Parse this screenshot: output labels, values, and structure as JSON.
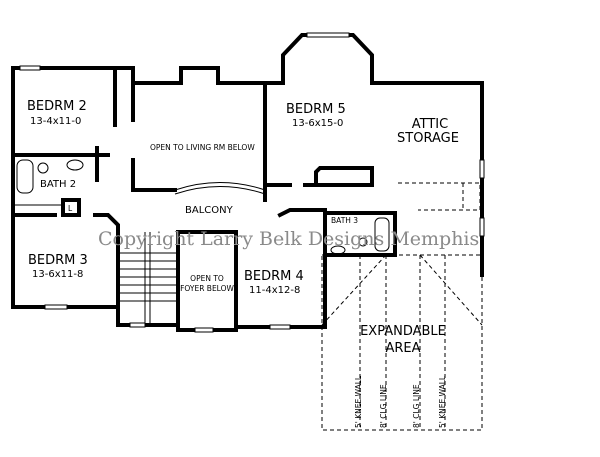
{
  "rooms": {
    "bedrm2": {
      "name": "BEDRM 2",
      "size": "13-4x11-0"
    },
    "bedrm3": {
      "name": "BEDRM 3",
      "size": "13-6x11-8"
    },
    "bedrm4": {
      "name": "BEDRM 4",
      "size": "11-4x12-8"
    },
    "bedrm5": {
      "name": "BEDRM 5",
      "size": "13-6x15-0"
    },
    "bath2": "BATH 2",
    "bath3": "BATH 3",
    "linen": "L",
    "living_open": "OPEN TO LIVING RM BELOW",
    "balcony": "BALCONY",
    "foyer_open_1": "OPEN TO",
    "foyer_open_2": "FOYER BELOW",
    "attic_1": "ATTIC",
    "attic_2": "STORAGE",
    "expand_1": "EXPANDABLE",
    "expand_2": "AREA"
  },
  "notes": [
    "5' KNEE WALL",
    "8' CLG LINE",
    "8' CLG LINE",
    "5' KNEE WALL"
  ],
  "watermark": "Copyright Larry Belk Designs Memphis"
}
